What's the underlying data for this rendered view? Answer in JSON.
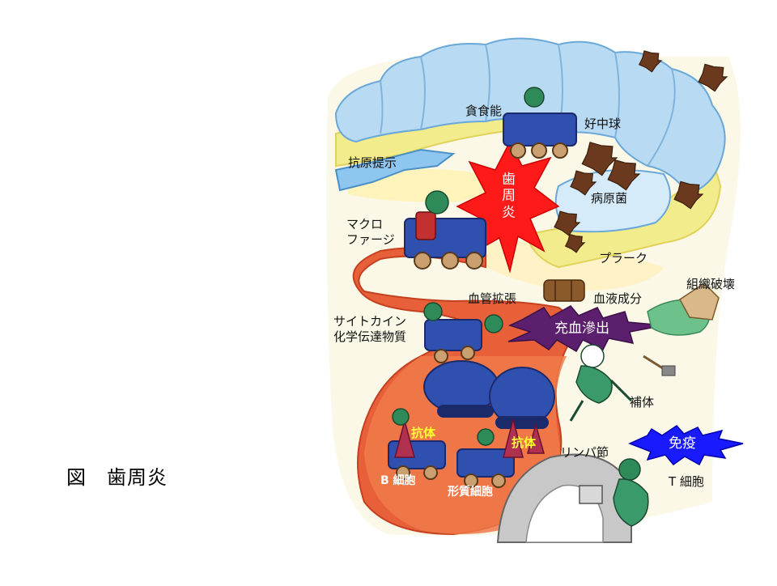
{
  "figure_title": "図　歯周炎",
  "bursts": {
    "periodontitis": "歯\n周\n炎",
    "hyperemia": "充血滲出",
    "immunity": "免疫"
  },
  "labels": {
    "phagocytosis": "貪食能",
    "neutrophil": "好中球",
    "antigen_presentation": "抗原提示",
    "macrophage": "マクロ\nファージ",
    "pathogen": "病原菌",
    "plaque": "プラーク",
    "tissue_destruction": "組織破壊",
    "vasodilation": "血管拡張",
    "blood_components": "血液成分",
    "cytokine": "サイトカイン\n化学伝達物質",
    "complement": "補体",
    "antibody_left": "抗体",
    "antibody_right": "抗体",
    "lymph_node": "リンパ節",
    "b_cell": "B 細胞",
    "plasma_cell": "形質細胞",
    "t_cell": "T 細胞"
  },
  "colors": {
    "tooth": "#b8daf2",
    "plaque": "#f3ec8c",
    "vessel": "#e8603a",
    "burst_red": "#ff1a1a",
    "burst_purple": "#5c1f6e",
    "burst_blue": "#1a1aff",
    "vehicle": "#3050b0",
    "soldier": "#2f8a5a",
    "germ": "#6b3a1e"
  }
}
